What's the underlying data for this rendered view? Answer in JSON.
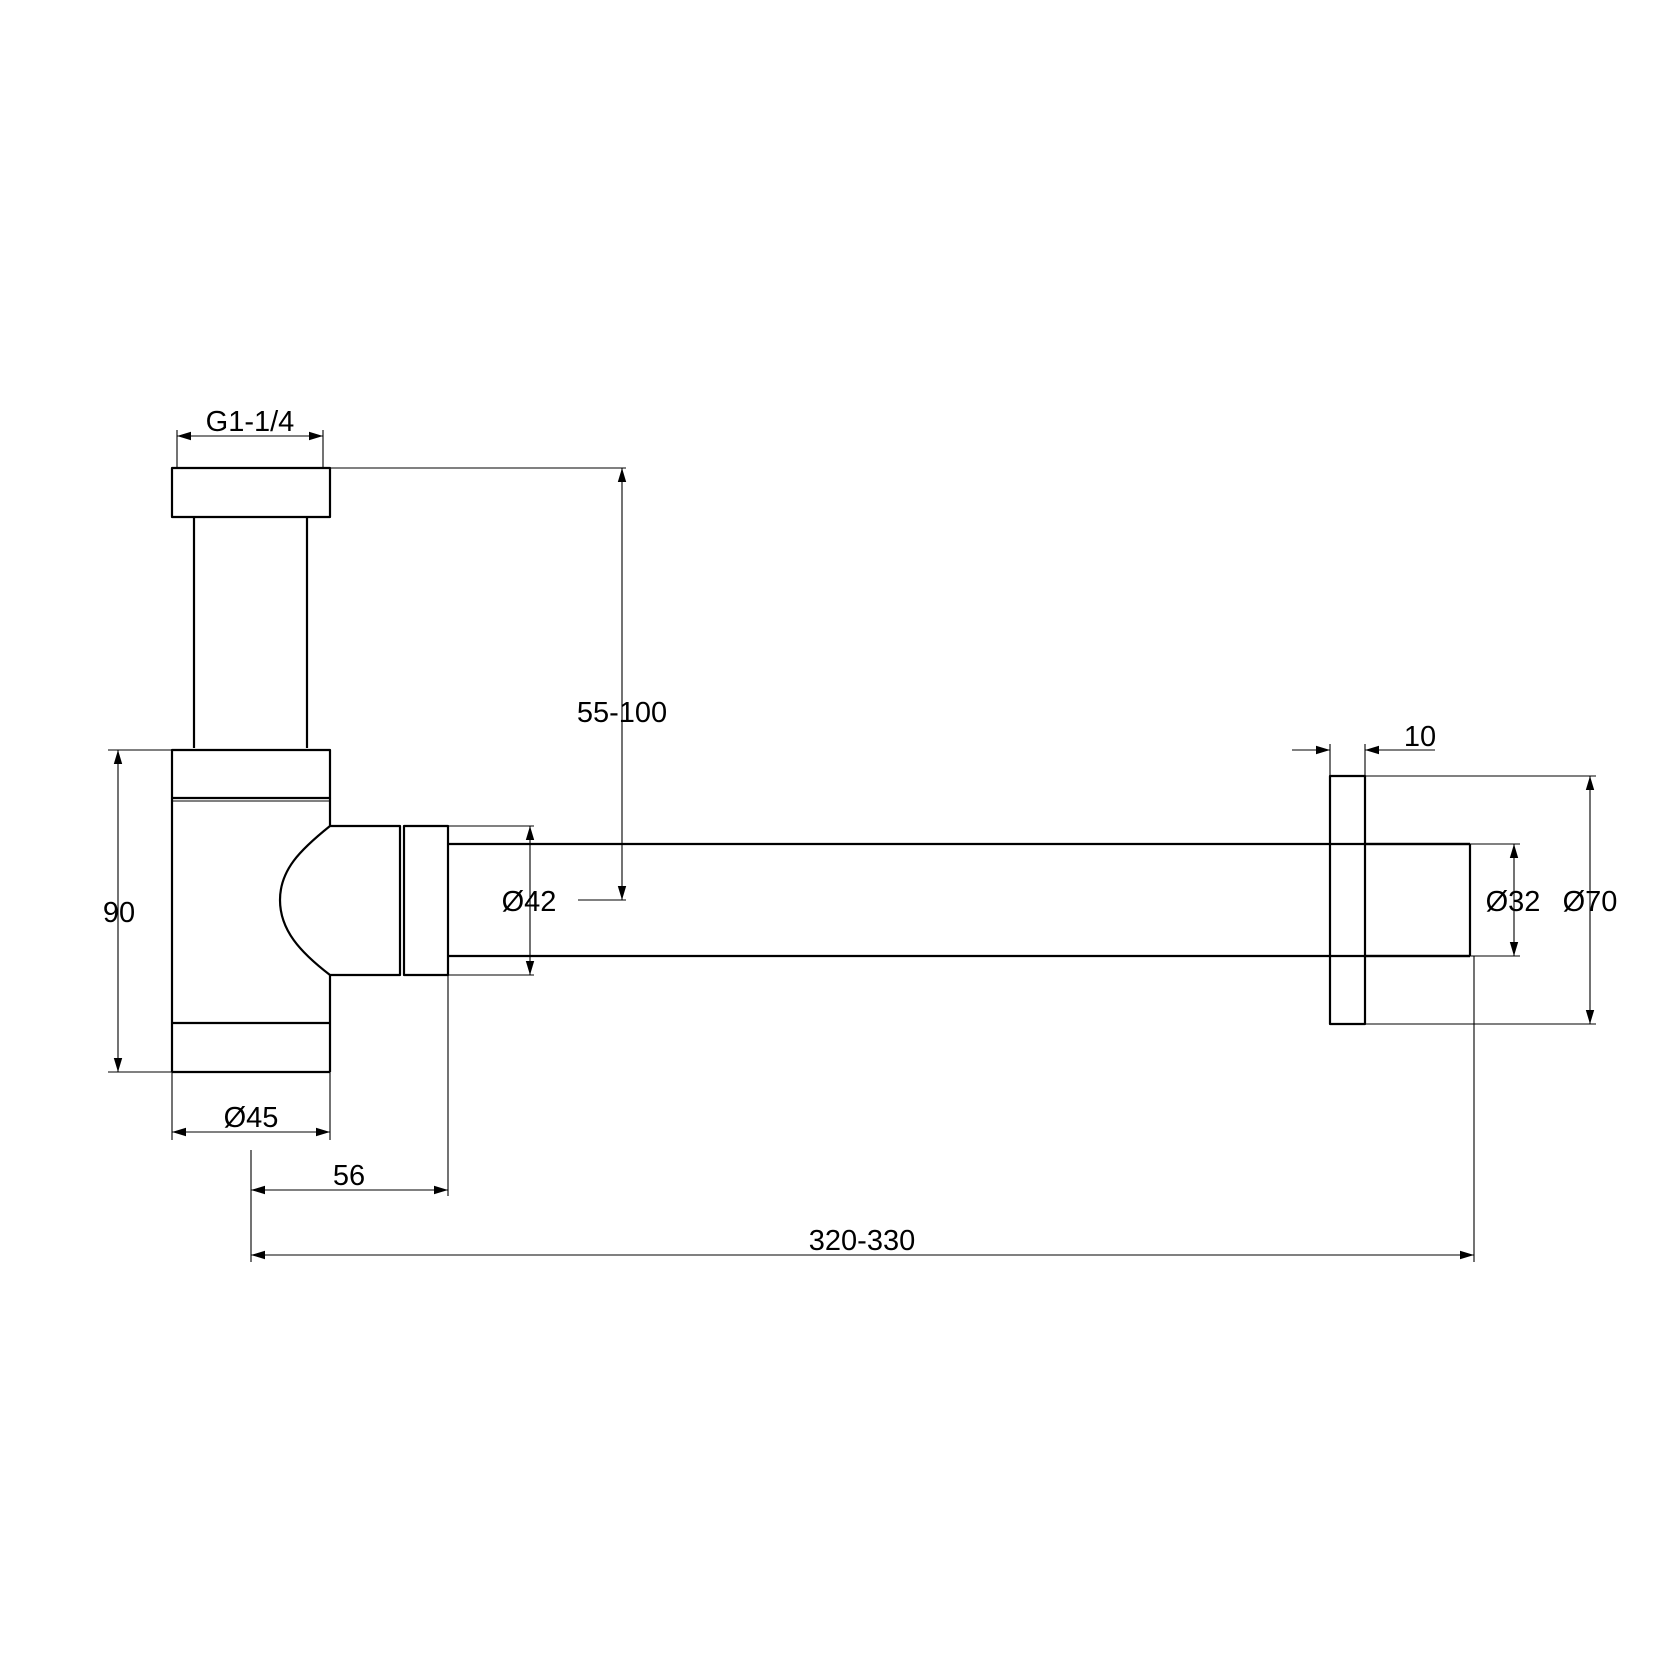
{
  "drawing": {
    "stroke_color": "#000000",
    "background": "#ffffff",
    "dimensions": {
      "thread": "G1-1/4",
      "height_range": "55-100",
      "body_height": "90",
      "body_diameter": "Ø45",
      "outlet_diameter": "Ø42",
      "offset": "56",
      "length_range": "320-330",
      "flange_thickness": "10",
      "pipe_diameter": "Ø32",
      "flange_diameter": "Ø70"
    }
  }
}
